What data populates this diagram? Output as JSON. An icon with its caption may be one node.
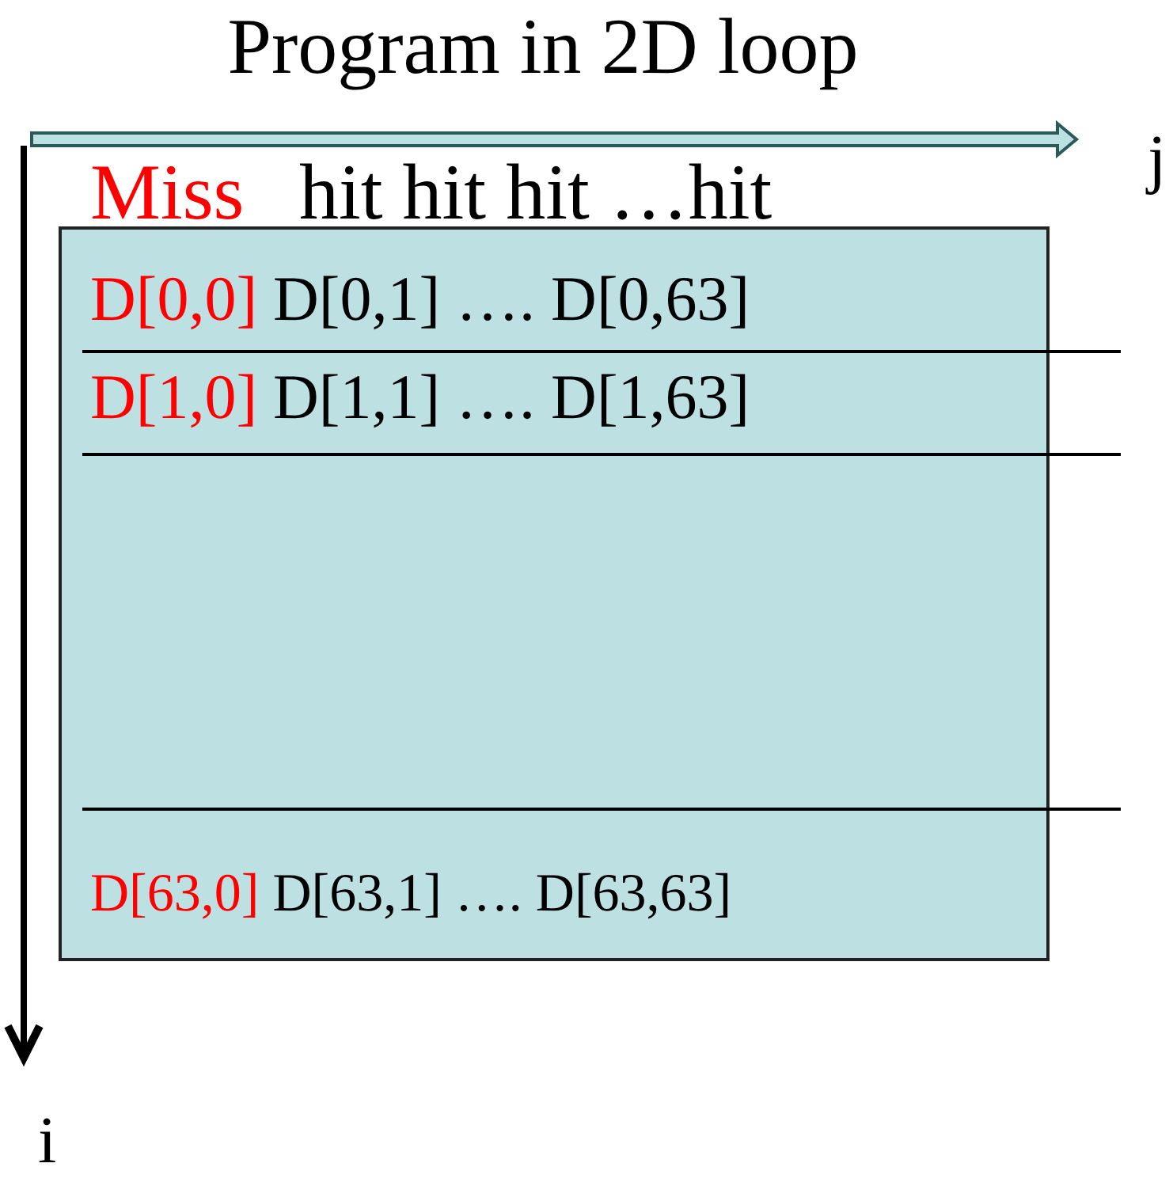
{
  "diagram": {
    "title": "Program in 2D loop",
    "nodes": [
      {
        "text": [
          "D[0,0]",
          "D[0,1] …. D[0,63]",
          "D[1,0]",
          "D[1,1] …. D[1,63]",
          "D[63,0]",
          "D[63,1] …. D[63,63]"
        ]
      }
    ],
    "labels": [
      "Miss",
      "hit hit hit …hit",
      "j",
      "i"
    ]
  }
}
